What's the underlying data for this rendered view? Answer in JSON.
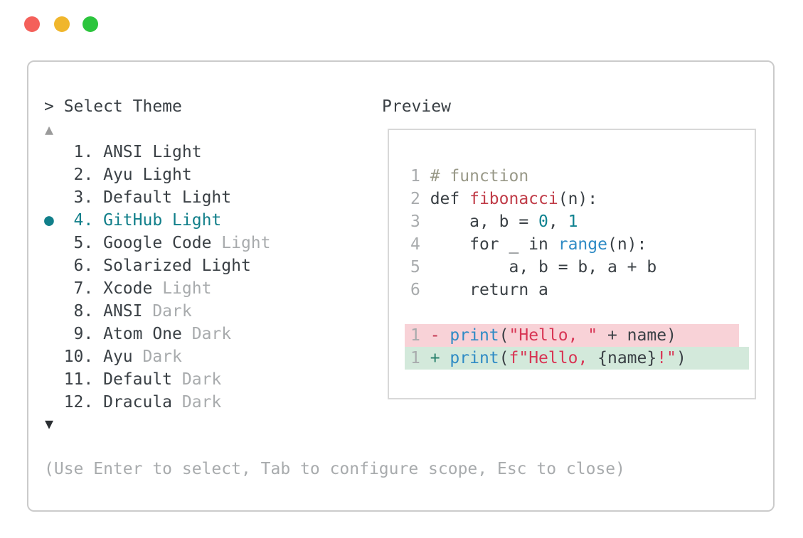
{
  "window_controls": {
    "close_color": "#f4605a",
    "minimize_color": "#f0b62c",
    "maximize_color": "#2cc53d"
  },
  "theme_colors": {
    "text-dark": "#3a4045",
    "text-muted": "#a8abad",
    "comment": "#999988",
    "func-red": "#c03c48",
    "num-teal": "#0f8290",
    "call-blue": "#2f8bc5",
    "str-red": "#d83655",
    "accent-teal": "#117f8a",
    "del-red": "#c3344f",
    "add-green": "#27806b",
    "del-bg": "#f8d2d7",
    "add-bg": "#d3e9db",
    "traffic-close": "#f4605a",
    "traffic-min": "#f0b62c",
    "traffic-max": "#2cc53d"
  },
  "dialog": {
    "title": "> Select Theme",
    "scroll_up": "▲",
    "scroll_down": "▼",
    "footer_hint": "(Use Enter to select, Tab to configure scope, Esc to close)",
    "theme_list": {
      "selection_marker": "●",
      "selected_number": "4.",
      "items": [
        {
          "number": "1.",
          "name": "ANSI Light",
          "muted": "",
          "selected": false
        },
        {
          "number": "2.",
          "name": "Ayu Light",
          "muted": "",
          "selected": false
        },
        {
          "number": "3.",
          "name": "Default Light",
          "muted": "",
          "selected": false
        },
        {
          "number": "4.",
          "name": "GitHub Light",
          "muted": "",
          "selected": true
        },
        {
          "number": "5.",
          "name": "Google Code",
          "muted": "Light",
          "selected": false
        },
        {
          "number": "6.",
          "name": "Solarized Light",
          "muted": "",
          "selected": false
        },
        {
          "number": "7.",
          "name": "Xcode",
          "muted": "Light",
          "selected": false
        },
        {
          "number": "8.",
          "name": "ANSI",
          "muted": "Dark",
          "selected": false
        },
        {
          "number": "9.",
          "name": "Atom One",
          "muted": "Dark",
          "selected": false
        },
        {
          "number": "10.",
          "name": "Ayu",
          "muted": "Dark",
          "selected": false
        },
        {
          "number": "11.",
          "name": "Default",
          "muted": "Dark",
          "selected": false
        },
        {
          "number": "12.",
          "name": "Dracula",
          "muted": "Dark",
          "selected": false
        }
      ]
    },
    "preview": {
      "label": "Preview",
      "code_lines": [
        {
          "tokens": [
            [
              "ln",
              "1 "
            ],
            [
              "comment",
              "# function"
            ]
          ]
        },
        {
          "tokens": [
            [
              "ln",
              "2 "
            ],
            [
              "plain",
              "def "
            ],
            [
              "func",
              "fibonacci"
            ],
            [
              "plain",
              "(n):"
            ]
          ]
        },
        {
          "tokens": [
            [
              "ln",
              "3 "
            ],
            [
              "plain",
              "    a, b = "
            ],
            [
              "num",
              "0"
            ],
            [
              "plain",
              ", "
            ],
            [
              "num",
              "1"
            ]
          ]
        },
        {
          "tokens": [
            [
              "ln",
              "4 "
            ],
            [
              "plain",
              "    for _ in "
            ],
            [
              "call",
              "range"
            ],
            [
              "plain",
              "(n):"
            ]
          ]
        },
        {
          "tokens": [
            [
              "ln",
              "5 "
            ],
            [
              "plain",
              "        a, b = b, a + b"
            ]
          ]
        },
        {
          "tokens": [
            [
              "ln",
              "6 "
            ],
            [
              "plain",
              "    return a"
            ]
          ]
        },
        {
          "tokens": []
        },
        {
          "highlight": "removed",
          "tokens": [
            [
              "ln",
              "1 "
            ],
            [
              "del",
              "- "
            ],
            [
              "call",
              "print"
            ],
            [
              "plain",
              "("
            ],
            [
              "str",
              "\"Hello, \""
            ],
            [
              "plain",
              " + name)"
            ]
          ]
        },
        {
          "highlight": "added",
          "tokens": [
            [
              "ln",
              "1 "
            ],
            [
              "add",
              "+ "
            ],
            [
              "call",
              "print"
            ],
            [
              "plain",
              "("
            ],
            [
              "str",
              "f\"Hello, "
            ],
            [
              "plain",
              "{name}"
            ],
            [
              "str",
              "!\""
            ],
            [
              "plain",
              ")"
            ]
          ]
        }
      ]
    }
  }
}
